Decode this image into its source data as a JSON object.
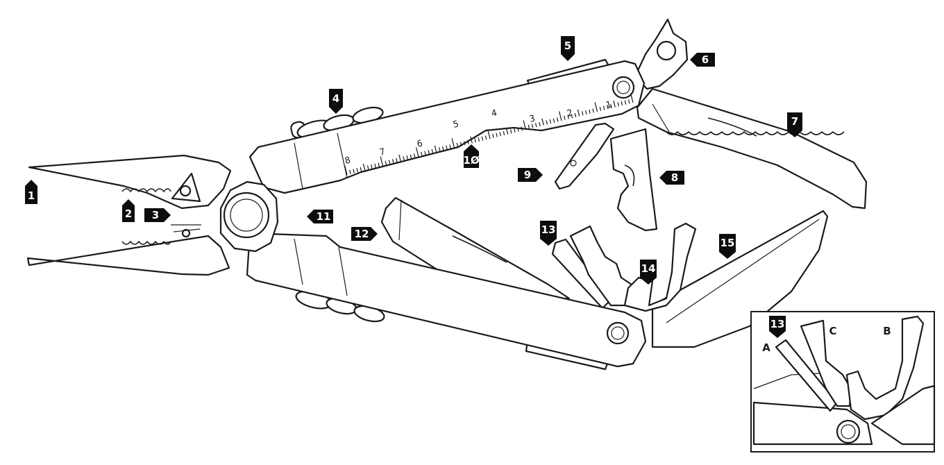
{
  "callouts": [
    {
      "id": "1",
      "label": "1"
    },
    {
      "id": "2",
      "label": "2"
    },
    {
      "id": "3",
      "label": "3"
    },
    {
      "id": "4",
      "label": "4"
    },
    {
      "id": "5",
      "label": "5"
    },
    {
      "id": "6",
      "label": "6"
    },
    {
      "id": "7",
      "label": "7"
    },
    {
      "id": "8",
      "label": "8"
    },
    {
      "id": "9",
      "label": "9"
    },
    {
      "id": "10",
      "label": "1Ø"
    },
    {
      "id": "11",
      "label": "11"
    },
    {
      "id": "12",
      "label": "12"
    },
    {
      "id": "13",
      "label": "13"
    },
    {
      "id": "14",
      "label": "14"
    },
    {
      "id": "15",
      "label": "15"
    }
  ],
  "ruler": {
    "marks": [
      "1",
      "2",
      "3",
      "4",
      "5",
      "6",
      "7",
      "8"
    ]
  },
  "inset": {
    "callout": "13",
    "letters": [
      "A",
      "B",
      "C"
    ]
  }
}
